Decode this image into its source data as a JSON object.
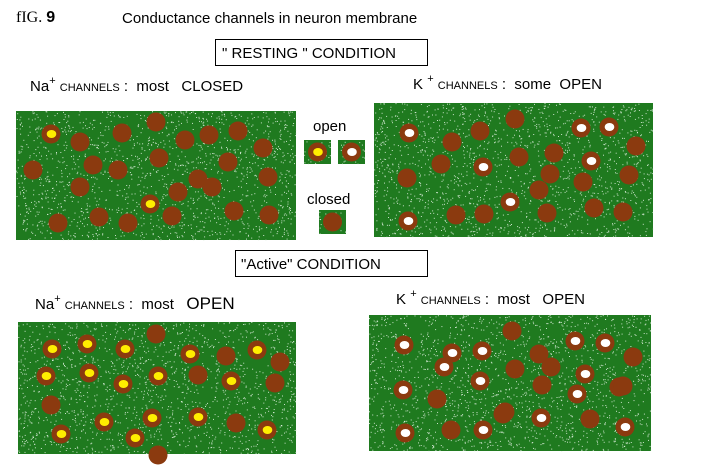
{
  "figure": {
    "label": "fIG.",
    "number": "9",
    "title": "Conductance channels in neuron membrane"
  },
  "resting": {
    "heading": "\" RESTING \"  CONDITION",
    "na": {
      "ion": "Na",
      "charge": "+",
      "channels_word": "CHANNELS",
      "colon": ":",
      "amount": "most",
      "state": "CLOSED"
    },
    "k": {
      "ion": "K",
      "charge": "+",
      "channels_word": "CHANNELS",
      "colon": ":",
      "amount": "some",
      "state": "OPEN"
    }
  },
  "legend": {
    "open_label": "open",
    "closed_label": "closed"
  },
  "active": {
    "heading": "\"Active\"   CONDITION",
    "na": {
      "ion": "Na",
      "charge": "+",
      "channels_word": "CHANNELS",
      "colon": ":",
      "amount": "most",
      "state": "OPEN"
    },
    "k": {
      "ion": "K",
      "charge": "+",
      "channels_word": "CHANNELS",
      "colon": ":",
      "amount": "most",
      "state": "OPEN"
    }
  },
  "colors": {
    "membrane": "#1f7a1f",
    "channel": "#8b3a0f",
    "na_open_core": "#ffee00",
    "k_open_core": "#ffffff"
  }
}
